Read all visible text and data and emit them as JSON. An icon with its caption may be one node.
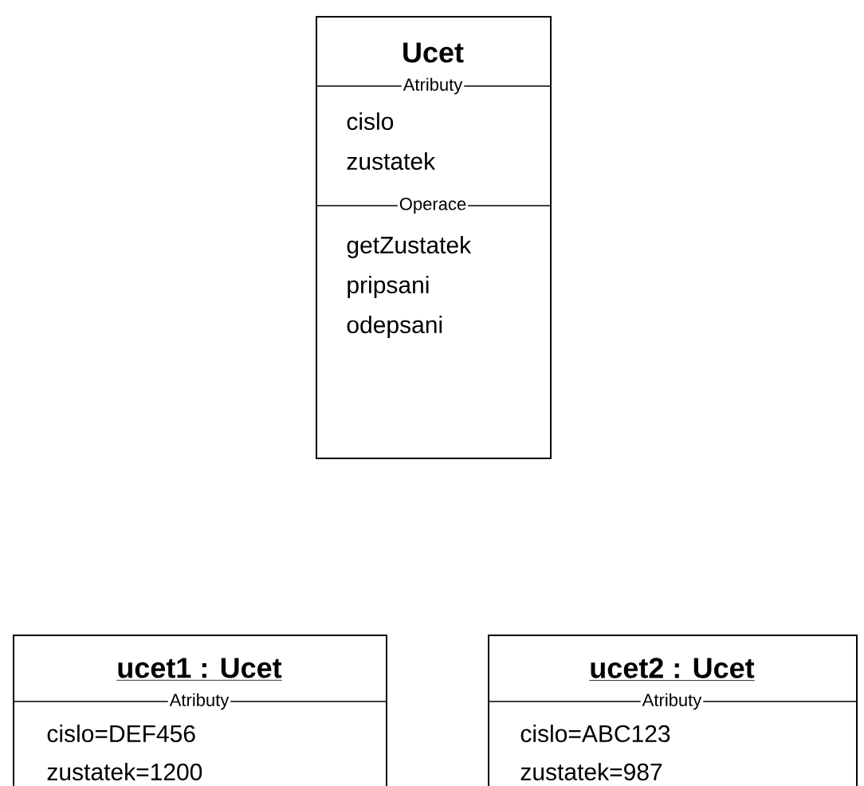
{
  "diagram": {
    "nodes": [
      {
        "text": [
          "Ucet",
          "Atributy",
          "cislo",
          "zustatek",
          "Operace",
          "getZustatek",
          "pripsani",
          "odepsani"
        ]
      },
      {
        "text": [
          "ucet1 : Ucet",
          "Atributy",
          "cislo=DEF456",
          "zustatek=1200"
        ]
      },
      {
        "text": [
          "ucet2 : Ucet",
          "Atributy",
          "cislo=ABC123",
          "zustatek=987"
        ]
      }
    ]
  }
}
